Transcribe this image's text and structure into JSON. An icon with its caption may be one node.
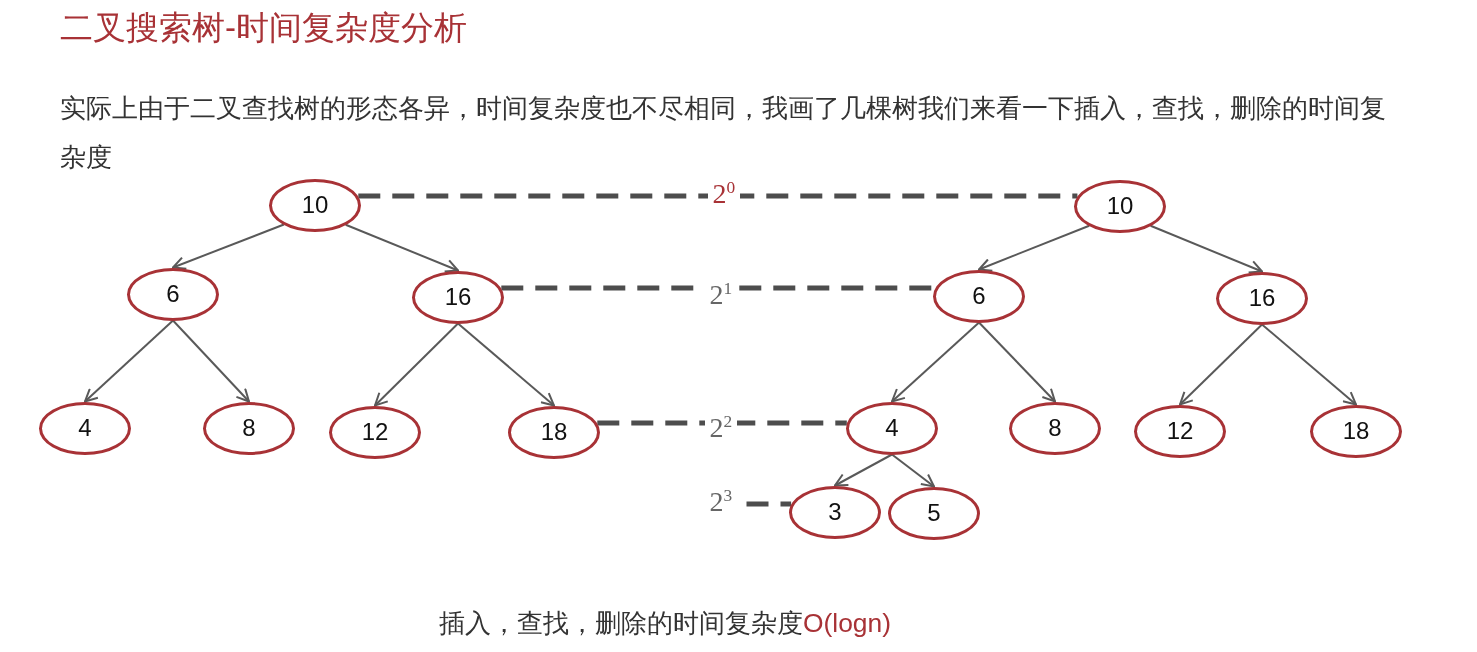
{
  "diagram": {
    "title": "二叉搜索树-时间复杂度分析",
    "caption": "插入，查找，删除的时间复杂度O(logn)",
    "nodes": [
      {
        "text": [
          "10"
        ]
      },
      {
        "text": [
          "6"
        ]
      },
      {
        "text": [
          "16"
        ]
      },
      {
        "text": [
          "4"
        ]
      },
      {
        "text": [
          "8"
        ]
      },
      {
        "text": [
          "12"
        ]
      },
      {
        "text": [
          "18"
        ]
      },
      {
        "text": [
          "10"
        ]
      },
      {
        "text": [
          "6"
        ]
      },
      {
        "text": [
          "16"
        ]
      },
      {
        "text": [
          "4"
        ]
      },
      {
        "text": [
          "8"
        ]
      },
      {
        "text": [
          "12"
        ]
      },
      {
        "text": [
          "18"
        ]
      },
      {
        "text": [
          "3"
        ]
      },
      {
        "text": [
          "5"
        ]
      },
      {
        "text": [
          "2$^{3}$"
        ]
      }
    ],
    "edges": [
      {
        "from": 0,
        "to": 1,
        "arrow": "to"
      },
      {
        "from": 0,
        "to": 2,
        "arrow": "to"
      },
      {
        "from": 1,
        "to": 3,
        "arrow": "to"
      },
      {
        "from": 1,
        "to": 4,
        "arrow": "to"
      },
      {
        "from": 2,
        "to": 5,
        "arrow": "to"
      },
      {
        "from": 2,
        "to": 6,
        "arrow": "to"
      },
      {
        "from": 7,
        "to": 8,
        "arrow": "to"
      },
      {
        "from": 7,
        "to": 9,
        "arrow": "to"
      },
      {
        "from": 8,
        "to": 10,
        "arrow": "to"
      },
      {
        "from": 8,
        "to": 11,
        "arrow": "to"
      },
      {
        "from": 9,
        "to": 12,
        "arrow": "to"
      },
      {
        "from": 9,
        "to": 13,
        "arrow": "to"
      },
      {
        "from": 10,
        "to": 14,
        "arrow": "to"
      },
      {
        "from": 10,
        "to": 15,
        "arrow": "to"
      },
      {
        "from": 0,
        "to": 7,
        "arrow": "none",
        "label": "2$^{0}$",
        "style": "dashed"
      },
      {
        "from": 2,
        "to": 8,
        "arrow": "none",
        "label": "2$^{1}$",
        "style": "dashed"
      },
      {
        "from": 6,
        "to": 10,
        "arrow": "none",
        "label": "2$^{2}$",
        "style": "dashed"
      },
      {
        "from": 16,
        "to": 14,
        "arrow": "none",
        "style": "dashed"
      }
    ],
    "labels": [
      "实际上由于二叉查找树的形态各异，时间复杂度也不尽相同，我画了几棵树我们来看一下插入，查找，删除的时间复杂度"
    ]
  }
}
